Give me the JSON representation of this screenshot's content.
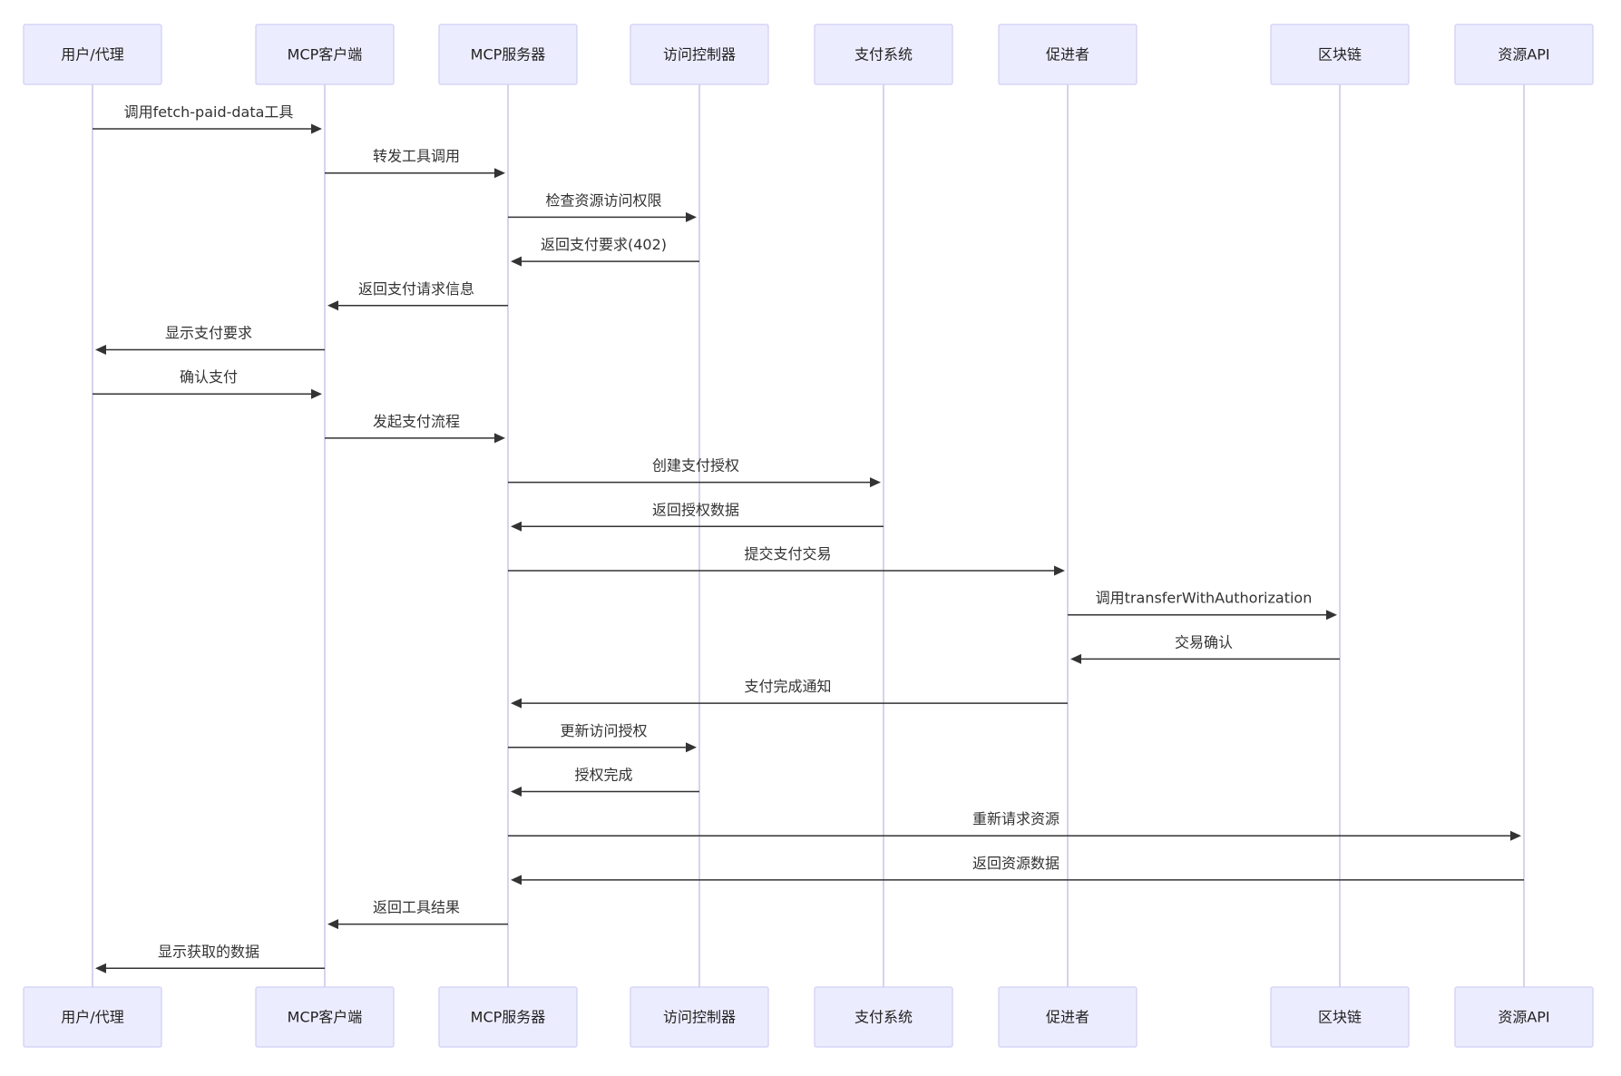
{
  "participants": [
    {
      "id": "user",
      "label": "用户/代理"
    },
    {
      "id": "client",
      "label": "MCP客户端"
    },
    {
      "id": "server",
      "label": "MCP服务器"
    },
    {
      "id": "access",
      "label": "访问控制器"
    },
    {
      "id": "pay",
      "label": "支付系统"
    },
    {
      "id": "fac",
      "label": "促进者"
    },
    {
      "id": "chain",
      "label": "区块链"
    },
    {
      "id": "api",
      "label": "资源API"
    }
  ],
  "messages": [
    {
      "from": "user",
      "to": "client",
      "label": "调用fetch-paid-data工具"
    },
    {
      "from": "client",
      "to": "server",
      "label": "转发工具调用"
    },
    {
      "from": "server",
      "to": "access",
      "label": "检查资源访问权限"
    },
    {
      "from": "access",
      "to": "server",
      "label": "返回支付要求(402)"
    },
    {
      "from": "server",
      "to": "client",
      "label": "返回支付请求信息"
    },
    {
      "from": "client",
      "to": "user",
      "label": "显示支付要求"
    },
    {
      "from": "user",
      "to": "client",
      "label": "确认支付"
    },
    {
      "from": "client",
      "to": "server",
      "label": "发起支付流程"
    },
    {
      "from": "server",
      "to": "pay",
      "label": "创建支付授权"
    },
    {
      "from": "pay",
      "to": "server",
      "label": "返回授权数据"
    },
    {
      "from": "server",
      "to": "fac",
      "label": "提交支付交易"
    },
    {
      "from": "fac",
      "to": "chain",
      "label": "调用transferWithAuthorization"
    },
    {
      "from": "chain",
      "to": "fac",
      "label": "交易确认"
    },
    {
      "from": "fac",
      "to": "server",
      "label": "支付完成通知"
    },
    {
      "from": "server",
      "to": "access",
      "label": "更新访问授权"
    },
    {
      "from": "access",
      "to": "server",
      "label": "授权完成"
    },
    {
      "from": "server",
      "to": "api",
      "label": "重新请求资源"
    },
    {
      "from": "api",
      "to": "server",
      "label": "返回资源数据"
    },
    {
      "from": "server",
      "to": "client",
      "label": "返回工具结果"
    },
    {
      "from": "client",
      "to": "user",
      "label": "显示获取的数据"
    }
  ]
}
